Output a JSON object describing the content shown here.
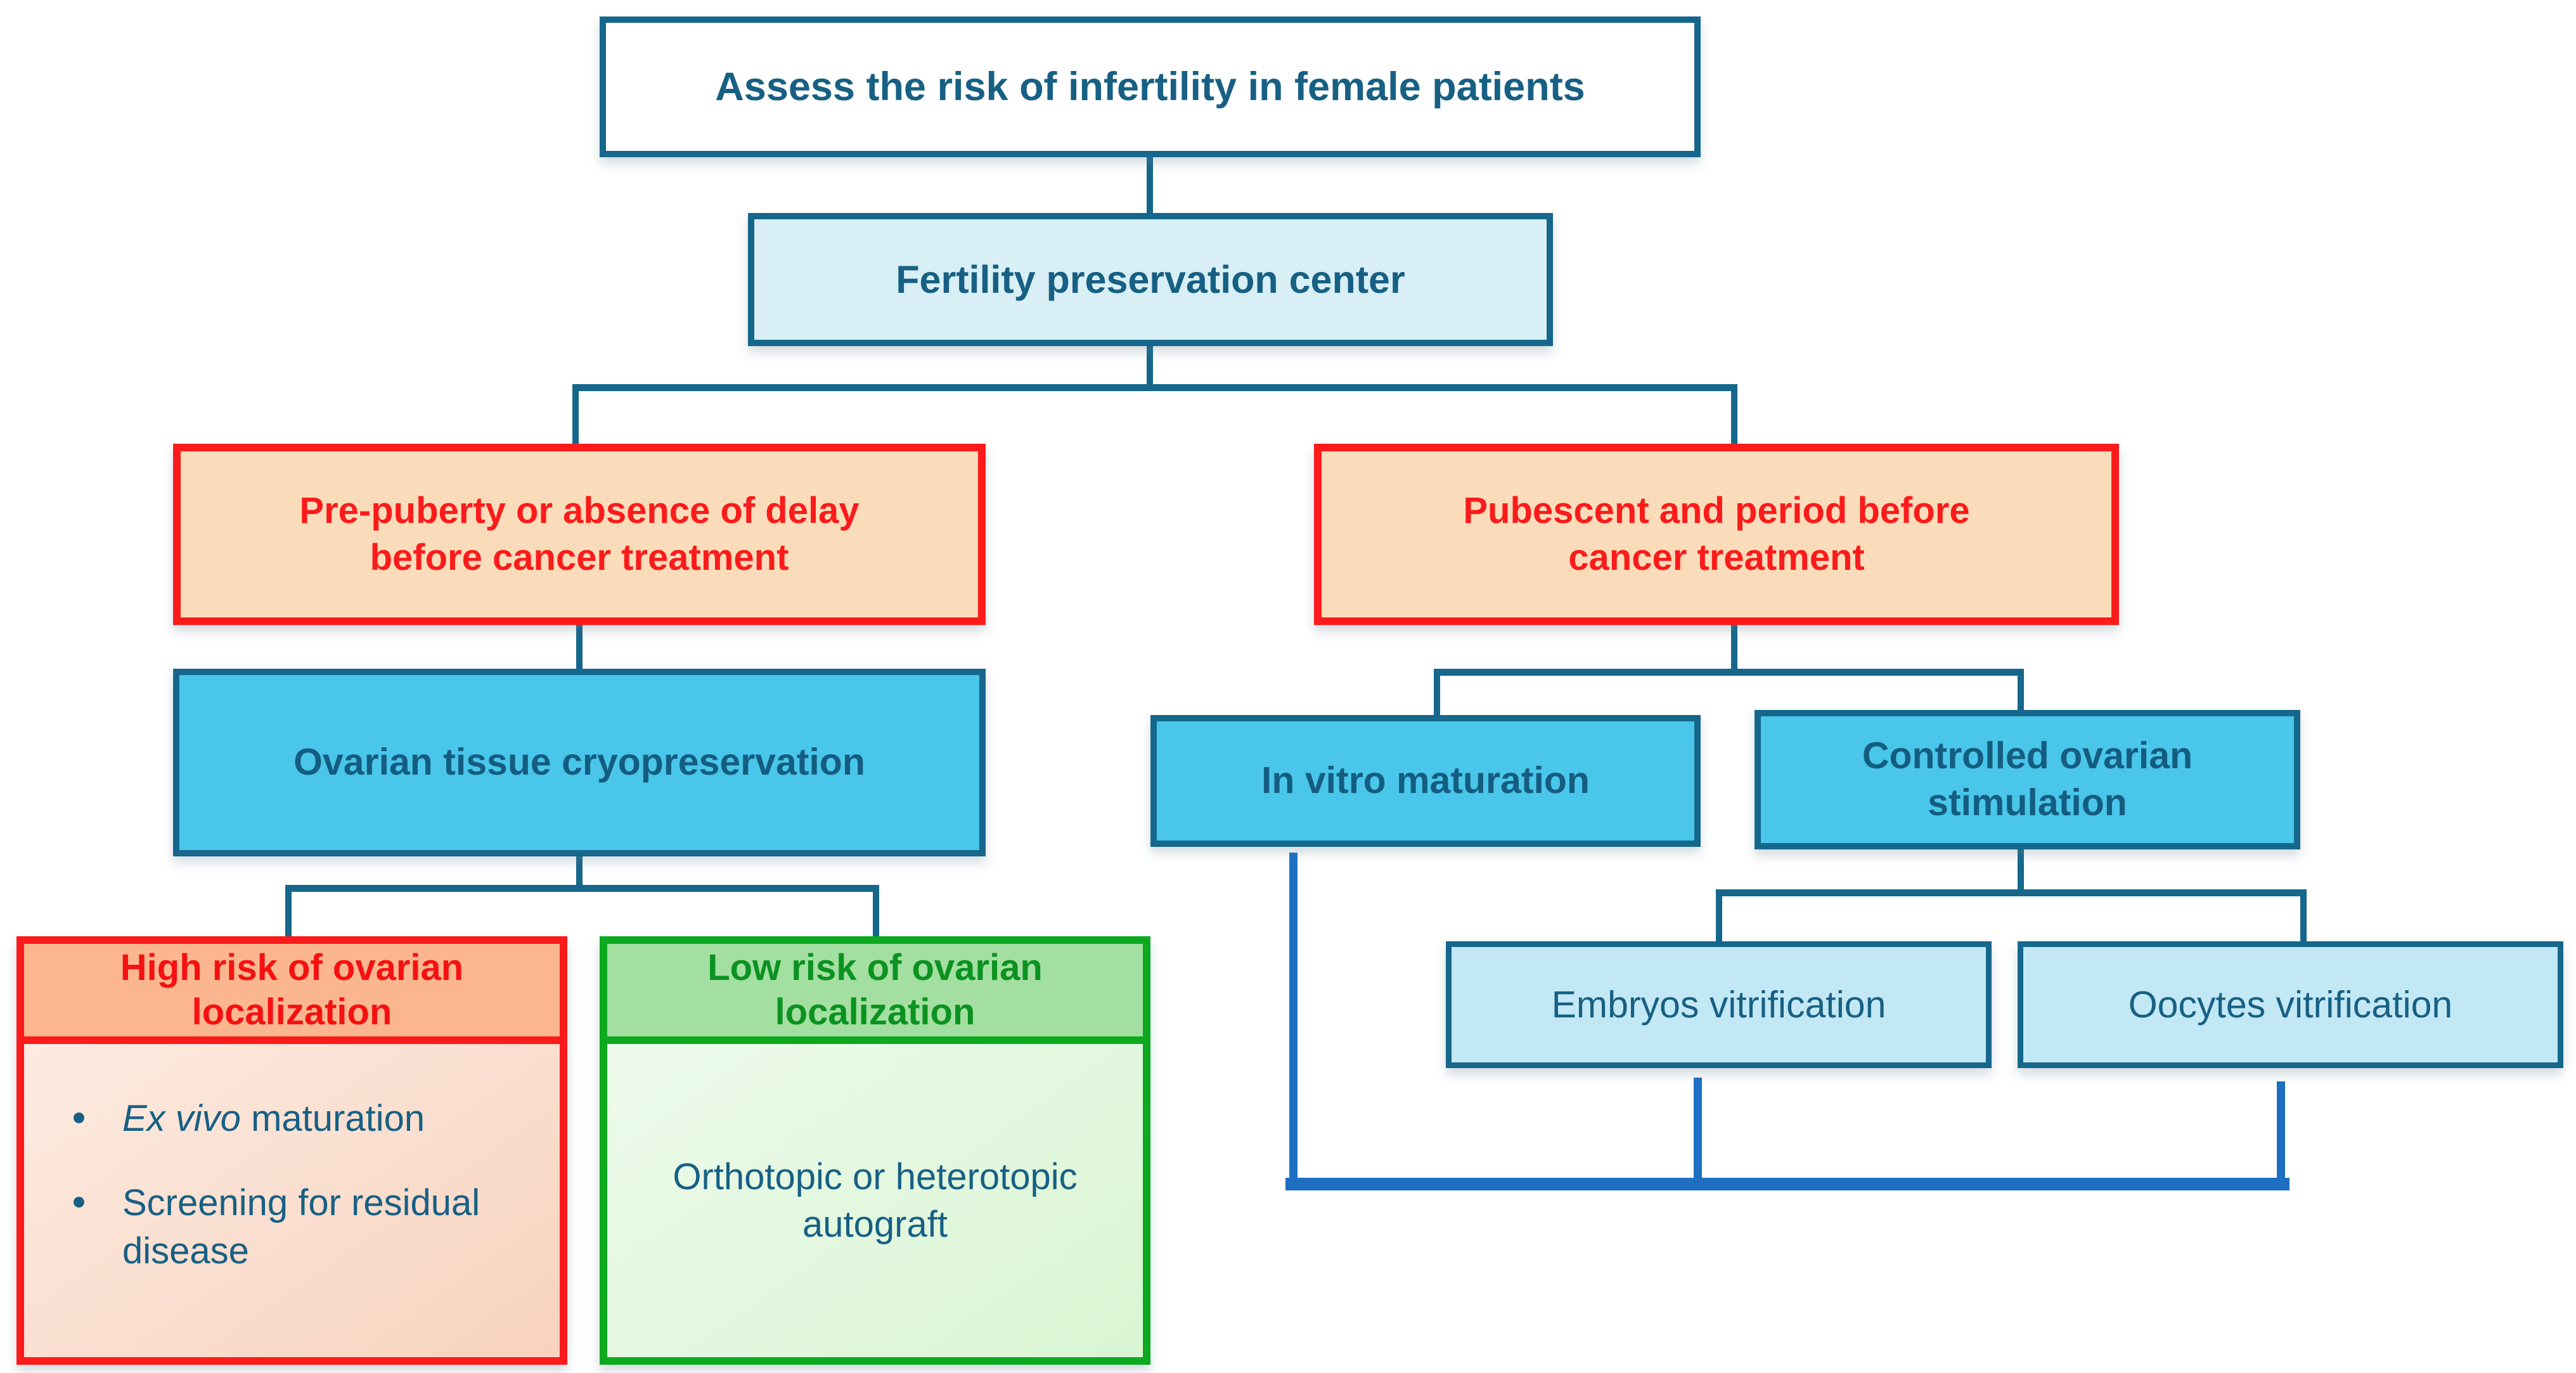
{
  "palette": {
    "teal": "#15678C",
    "teal_text": "#176084",
    "teal_deep": "#145D80",
    "sky_blue": "#49C6EA",
    "light_cyan": "#D8EFF6",
    "pale_blue": "#C3E8F5",
    "peach": "#FBDCBA",
    "salmon": "#FBB68F",
    "red": "#FB1B1B",
    "red_text": "#F51111",
    "green": "#0DAA20",
    "green_text": "#0B9220",
    "light_green": "#A3DFA1",
    "bright_blue": "#1E6FC2",
    "high_body_from": "#FDEFE6",
    "high_body_to": "#F8D2BE",
    "low_body_from": "#F0FBEF",
    "low_body_to": "#D9F5D3"
  },
  "nodes": {
    "assess": "Assess the risk of infertility in female patients",
    "fertility_center": "Fertility preservation center",
    "pre_puberty": "Pre-puberty or absence of delay before cancer treatment",
    "pubescent": "Pubescent and period before cancer treatment",
    "ovarian_tissue_cryo": "Ovarian tissue cryopreservation",
    "in_vitro_maturation": "In vitro maturation",
    "controlled_ovarian_stimulation": "Controlled ovarian stimulation",
    "embryos_vitrification": "Embryos vitrification",
    "oocytes_vitrification": "Oocytes vitrification",
    "high_risk": {
      "title": "High risk of ovarian localization",
      "bullet1_italic": "Ex vivo",
      "bullet1_rest": " maturation",
      "bullet2": "Screening for residual disease"
    },
    "low_risk": {
      "title": "Low risk of ovarian localization",
      "body": "Orthotopic or heterotopic autograft"
    }
  }
}
